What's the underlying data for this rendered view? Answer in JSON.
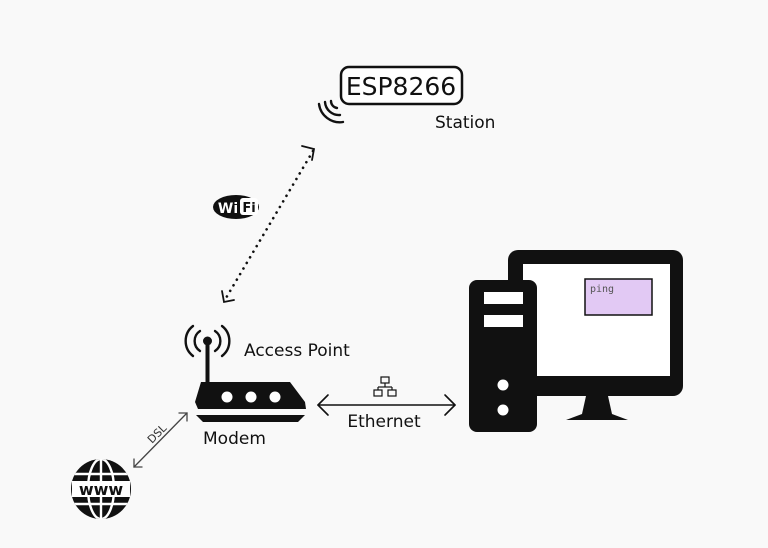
{
  "diagram": {
    "station": {
      "chip_label": "ESP8266",
      "role_label": "Station"
    },
    "wifi_badge": {
      "left": "Wi",
      "right": "Fi"
    },
    "router": {
      "role_label": "Access Point",
      "device_label": "Modem"
    },
    "links": {
      "dsl_label": "DSL",
      "ethernet_label": "Ethernet"
    },
    "internet": {
      "globe_label": "www"
    },
    "computer": {
      "screen_text": "ping"
    },
    "colors": {
      "ink": "#111111",
      "screen_fill": "#e2c9f4",
      "background": "#f9f9f9"
    }
  }
}
